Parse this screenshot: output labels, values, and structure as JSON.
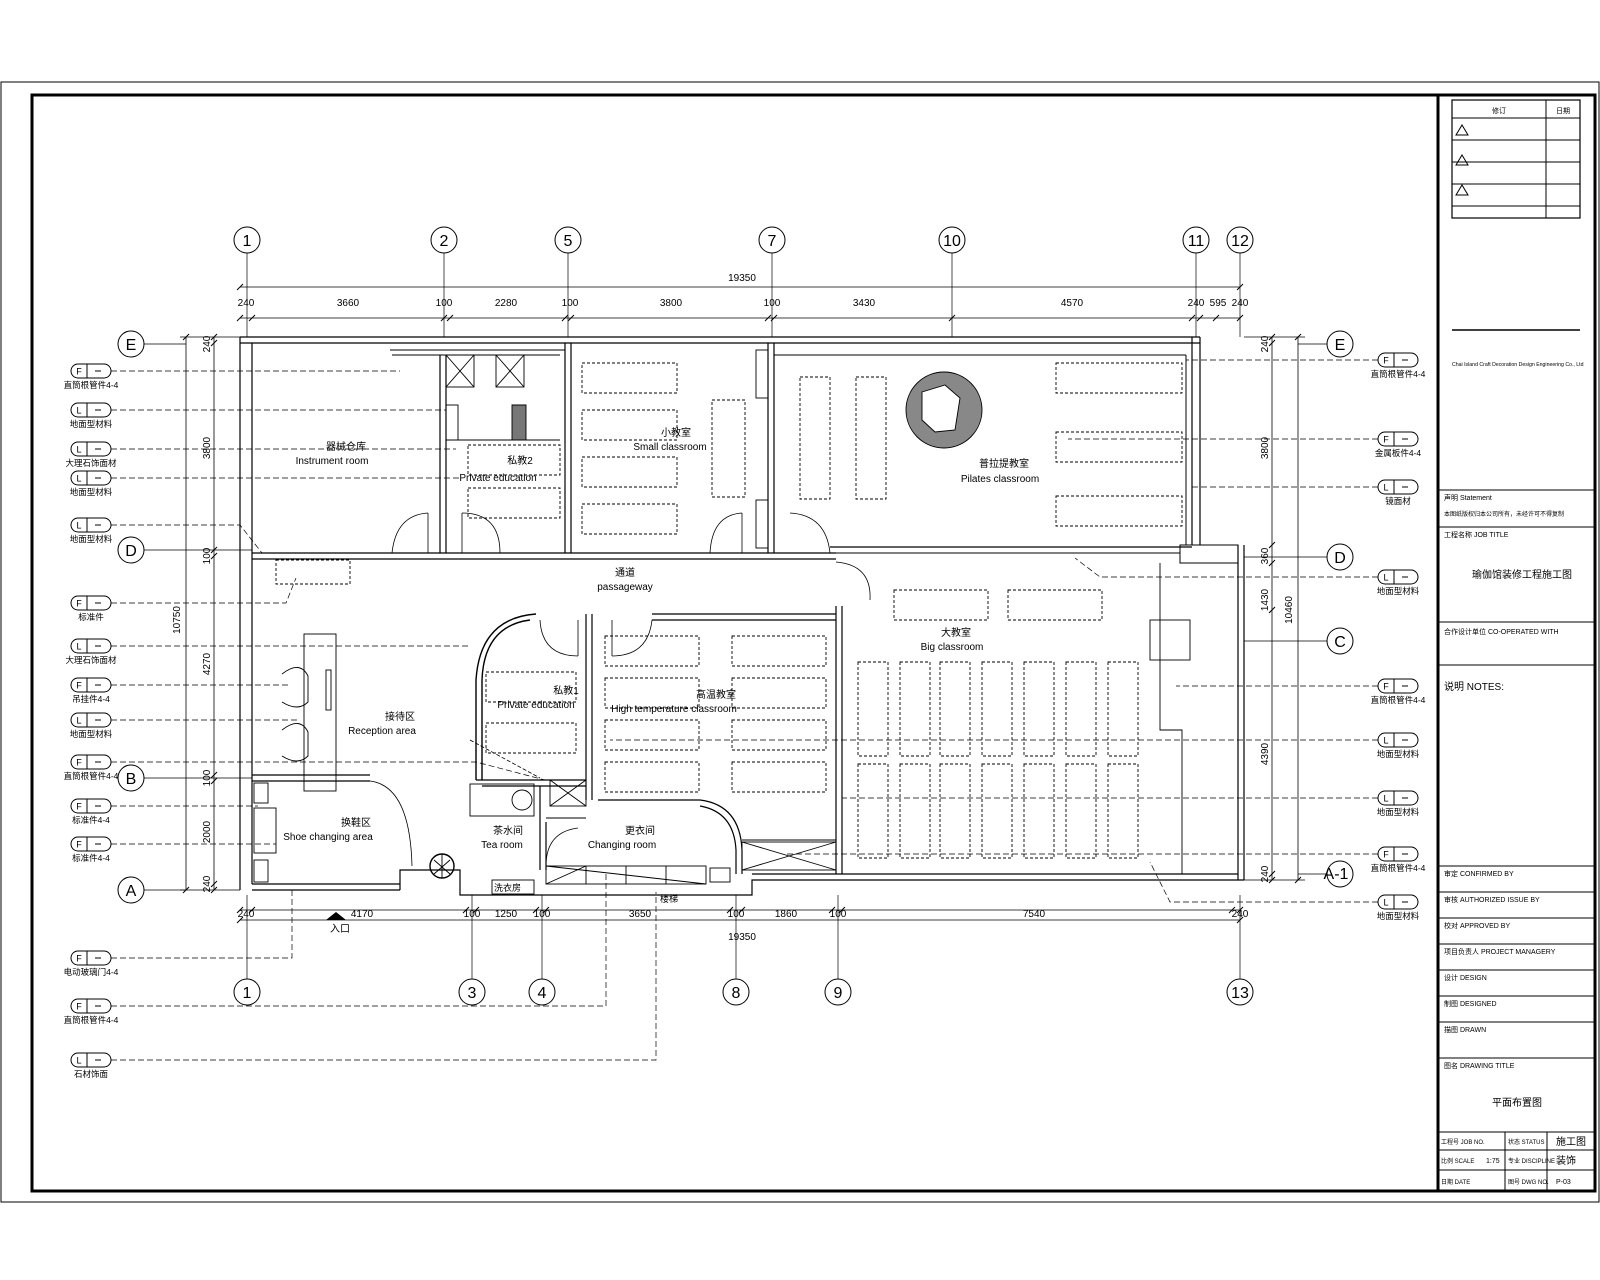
{
  "dimensions": {
    "overall_top": "19350",
    "overall_bottom": "19350",
    "top_segments": [
      "240",
      "3660",
      "100",
      "2280",
      "100",
      "3800",
      "100",
      "3430",
      "4570",
      "240",
      "595",
      "240"
    ],
    "bottom_segments": [
      "240",
      "4170",
      "100",
      "1250",
      "100",
      "3650",
      "100",
      "1860",
      "100",
      "7540",
      "240"
    ],
    "left_overall": "10750",
    "left_segments": [
      "240",
      "3800",
      "100",
      "4270",
      "100",
      "2000",
      "240"
    ],
    "right_overall": "10460",
    "right_segments": [
      "240",
      "3800",
      "360",
      "1430",
      "4390",
      "240"
    ]
  },
  "grid_top": [
    "1",
    "2",
    "5",
    "7",
    "10",
    "11",
    "12"
  ],
  "grid_bottom": [
    "1",
    "3",
    "4",
    "8",
    "9",
    "13"
  ],
  "rows_left": [
    "E",
    "D",
    "B",
    "A"
  ],
  "rows_right": [
    "E",
    "D",
    "C",
    "A-1"
  ],
  "rooms": {
    "instrument": {
      "cn": "器械仓库",
      "en": "Instrument room"
    },
    "private2": {
      "cn": "私教2",
      "en": "Private education"
    },
    "small": {
      "cn": "小教室",
      "en": "Small classroom"
    },
    "pilates": {
      "cn": "普拉提教室",
      "en": "Pilates classroom"
    },
    "passage": {
      "cn": "通道",
      "en": "passageway"
    },
    "big": {
      "cn": "大教室",
      "en": "Big classroom"
    },
    "private1": {
      "cn": "私教1",
      "en": "Private education"
    },
    "hightemp": {
      "cn": "高温教室",
      "en": "High temperature classroom"
    },
    "reception": {
      "cn": "接待区",
      "en": "Reception area"
    },
    "shoe": {
      "cn": "换鞋区",
      "en": "Shoe changing area"
    },
    "tea": {
      "cn": "茶水间",
      "en": "Tea room"
    },
    "changing": {
      "cn": "更衣间",
      "en": "Changing room"
    },
    "entrance": "入口",
    "door_label": "洗衣房",
    "stair_label": "楼梯"
  },
  "callouts_left": [
    {
      "tag": "F",
      "text": "直筒根管件4-4"
    },
    {
      "tag": "L",
      "text": "地面型材料"
    },
    {
      "tag": "L",
      "text": "大理石饰面材"
    },
    {
      "tag": "L",
      "text": "地面型材料"
    },
    {
      "tag": "L",
      "text": "地面型材料"
    },
    {
      "tag": "F",
      "text": "标准件"
    },
    {
      "tag": "L",
      "text": "大理石饰面材"
    },
    {
      "tag": "F",
      "text": "吊挂件4-4"
    },
    {
      "tag": "L",
      "text": "地面型材料"
    },
    {
      "tag": "F",
      "text": "直筒根管件4-4"
    },
    {
      "tag": "F",
      "text": "标准件4-4"
    },
    {
      "tag": "F",
      "text": "标准件4-4"
    }
  ],
  "callouts_bottom": [
    {
      "tag": "F",
      "text": "电动玻璃门4-4"
    },
    {
      "tag": "F",
      "text": "直筒根管件4-4"
    },
    {
      "tag": "L",
      "text": "石材饰面"
    }
  ],
  "callouts_right": [
    {
      "tag": "F",
      "text": "直筒根管件4-4"
    },
    {
      "tag": "F",
      "text": "金属板件4-4"
    },
    {
      "tag": "L",
      "text": "镜面材"
    },
    {
      "tag": "L",
      "text": "地面型材料"
    },
    {
      "tag": "F",
      "text": "直筒根管件4-4"
    },
    {
      "tag": "L",
      "text": "地面型材料"
    },
    {
      "tag": "L",
      "text": "地面型材料"
    },
    {
      "tag": "F",
      "text": "直筒根管件4-4"
    },
    {
      "tag": "L",
      "text": "地面型材料"
    }
  ],
  "title_block": {
    "revision_header": "修订",
    "date_header": "日期",
    "company_en": "Chai Island Craft Decoration Design Engineering Co., Ltd",
    "statement_label": "声明 Statement",
    "statement_text": "本图纸版权归本公司所有，未经许可不得复制",
    "job_title_label": "工程名称 JOB TITLE",
    "job_title": "瑜伽馆装修工程施工图",
    "cooperated_label": "合作设计单位 CO-OPERATED WITH",
    "notes_label": "说明 NOTES:",
    "roles": [
      "审定 CONFIRMED BY",
      "审核 AUTHORIZED ISSUE BY",
      "校对 APPROVED BY",
      "项目负责人 PROJECT MANAGERY",
      "设计 DESIGN",
      "制图 DESIGNED",
      "描图 DRAWN"
    ],
    "drawing_title_label": "图名 DRAWING TITLE",
    "drawing_title": "平面布置图",
    "job_no_label": "工程号 JOB NO.",
    "status_label": "状态 STATUS",
    "status_value": "施工图",
    "scale_label": "比例 SCALE",
    "scale_value": "1:75",
    "discipline_label": "专业 DISCIPLINE",
    "discipline_value": "装饰",
    "date_label": "日期 DATE",
    "dwg_no_label": "图号 DWG NO.",
    "dwg_no_value": "P-03"
  }
}
